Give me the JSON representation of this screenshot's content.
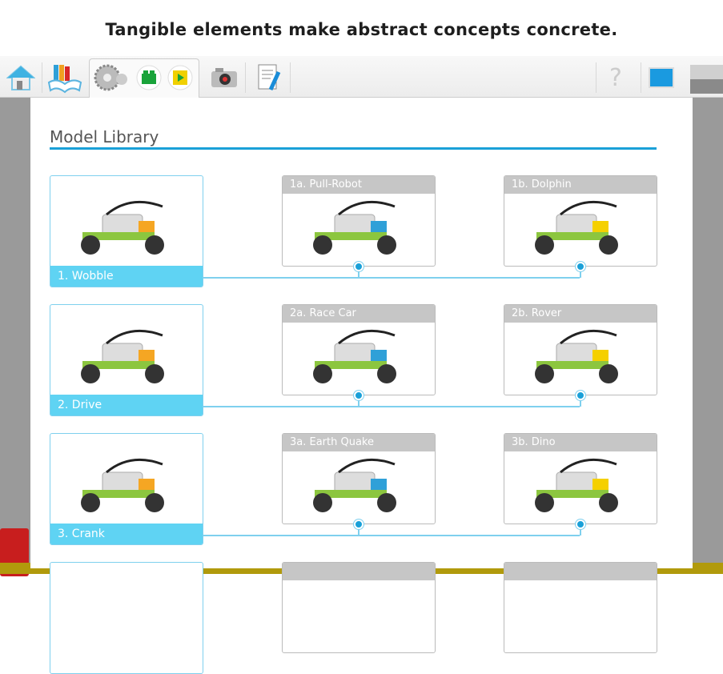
{
  "caption": "Tangible elements make abstract concepts concrete.",
  "toolbar": {
    "icons": [
      "home-icon",
      "library-book-icon",
      "gears-icon",
      "green-brick-icon",
      "play-icon",
      "camera-icon",
      "document-pencil-icon",
      "help-icon",
      "screen-icon",
      "grey-square-icon"
    ]
  },
  "panel": {
    "title": "Model Library"
  },
  "accent": "#1aa0d8",
  "rows": [
    {
      "main": "1. Wobble",
      "a": "1a. Pull-Robot",
      "b": "1b. Dolphin"
    },
    {
      "main": "2. Drive",
      "a": "2a. Race Car",
      "b": "2b. Rover"
    },
    {
      "main": "3. Crank",
      "a": "3a. Earth Quake",
      "b": "3b. Dino"
    }
  ]
}
